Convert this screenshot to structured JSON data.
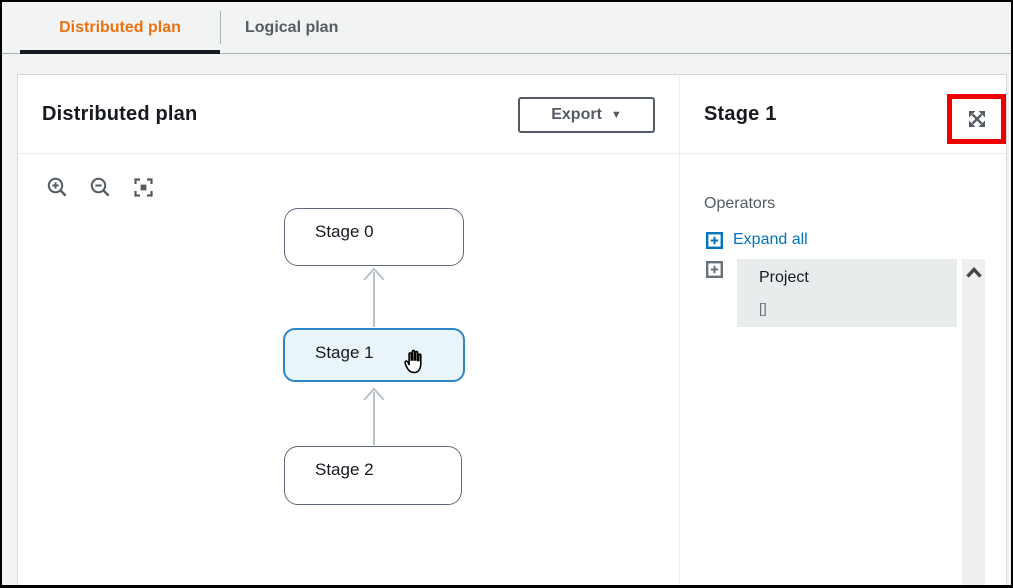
{
  "tabs": [
    {
      "label": "Distributed plan",
      "active": true
    },
    {
      "label": "Logical plan",
      "active": false
    }
  ],
  "main_panel": {
    "title": "Distributed plan",
    "export_button": {
      "label": "Export",
      "caret": "▼"
    },
    "toolbar": {
      "zoom_in_icon": "magnifier-plus",
      "zoom_out_icon": "magnifier-minus",
      "fit_icon": "center-fit"
    },
    "graph": {
      "nodes": [
        {
          "id": "stage-0",
          "label": "Stage 0",
          "selected": false
        },
        {
          "id": "stage-1",
          "label": "Stage 1",
          "selected": true
        },
        {
          "id": "stage-2",
          "label": "Stage 2",
          "selected": false
        }
      ],
      "edges": [
        {
          "from": "stage-1",
          "to": "stage-0"
        },
        {
          "from": "stage-2",
          "to": "stage-1"
        }
      ]
    }
  },
  "detail_panel": {
    "title": "Stage 1",
    "expand_icon": "expand-arrows",
    "annotation_color": "#ee0000",
    "operators_label": "Operators",
    "expand_all_label": "Expand all",
    "operators": [
      {
        "name": "Project",
        "detail": "[]"
      }
    ]
  },
  "colors": {
    "active_tab": "#ec7211",
    "link_blue": "#0073bb",
    "selected_node_border": "#2e86c6",
    "selected_node_fill": "#eaf4fb",
    "annotation_red": "#ee0000"
  }
}
